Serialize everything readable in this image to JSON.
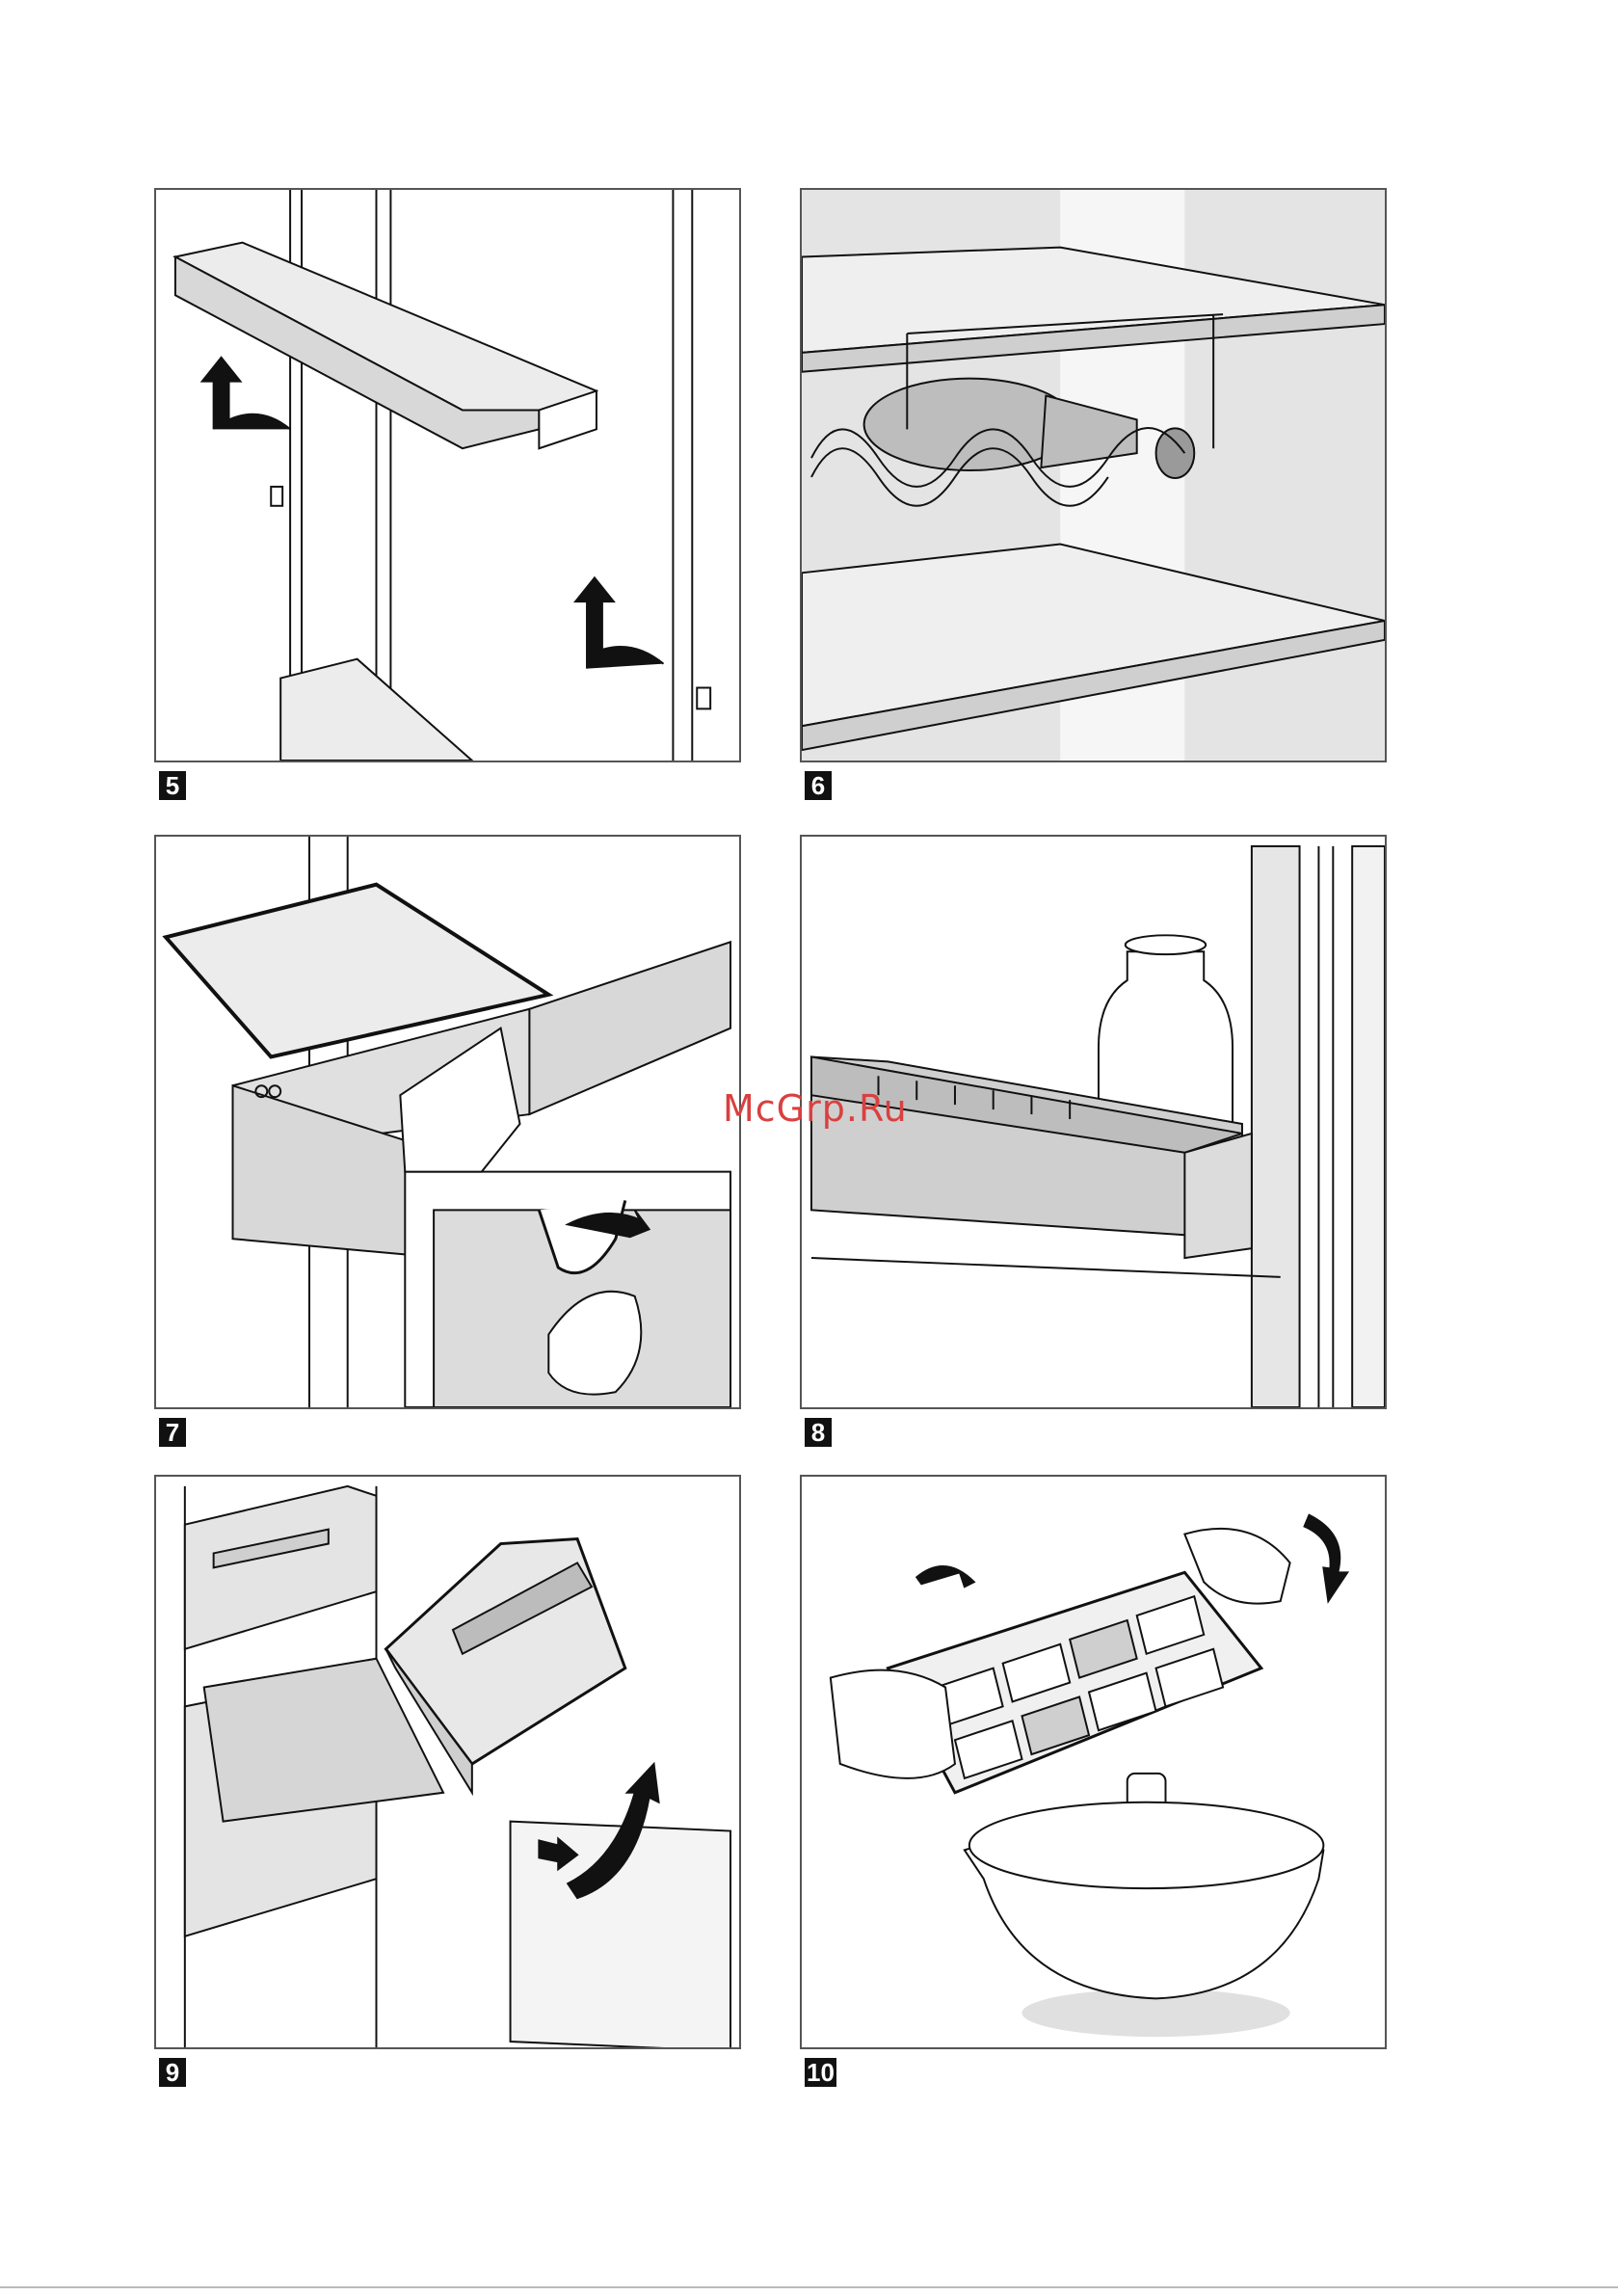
{
  "figures": [
    {
      "number": "5",
      "subject": "door-shelf-removal"
    },
    {
      "number": "6",
      "subject": "bottle-rack"
    },
    {
      "number": "7",
      "subject": "shelf-glass-removal"
    },
    {
      "number": "8",
      "subject": "door-bottle-shelf"
    },
    {
      "number": "9",
      "subject": "freezer-drawer-removal"
    },
    {
      "number": "10",
      "subject": "ice-tray"
    }
  ],
  "watermark": "McGrp.Ru",
  "colors": {
    "stroke": "#111111",
    "gray_fill": "#d8d8d8",
    "light_fill": "#ececec",
    "watermark": "#d94040"
  }
}
